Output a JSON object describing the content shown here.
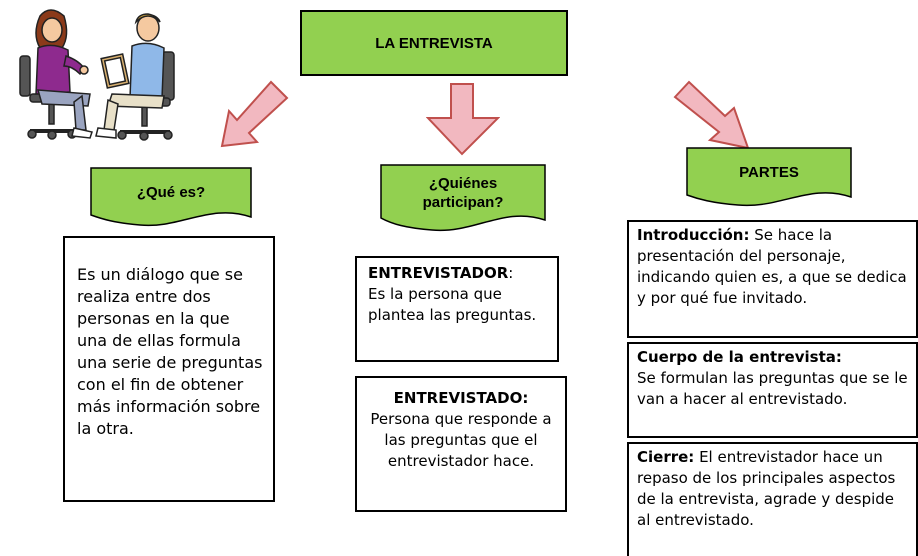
{
  "title": "LA ENTREVISTA",
  "colors": {
    "banner": "#92d050",
    "arrow_fill": "#f2b8c0",
    "arrow_stroke": "#c0504d",
    "border": "#000000"
  },
  "illustration": {
    "name": "interview-illustration"
  },
  "columns": {
    "what": {
      "heading": "¿Qué es?",
      "text": "Es un diálogo que se realiza entre dos personas en la que una de ellas formula una serie de preguntas con el fin de obtener más información sobre la otra."
    },
    "who": {
      "heading_line1": "¿Quiénes",
      "heading_line2": "participan?",
      "interviewer": {
        "label": "ENTREVISTADOR",
        "suffix": ":",
        "text": "Es la persona que plantea las preguntas."
      },
      "interviewee": {
        "label": "ENTREVISTADO:",
        "text": "Persona que responde  a las preguntas que el entrevistador hace."
      }
    },
    "parts": {
      "heading": "PARTES",
      "intro": {
        "label": "Introducción:",
        "text": "Se hace la presentación del personaje, indicando quien es, a que se dedica y por qué fue invitado."
      },
      "body": {
        "label": "Cuerpo de la entrevista:",
        "text": "Se formulan las preguntas que se le van a hacer al entrevistado."
      },
      "closing": {
        "label": "Cierre:",
        "text": "El entrevistador hace un repaso de los principales aspectos de la entrevista, agrade y despide al entrevistado."
      }
    }
  }
}
